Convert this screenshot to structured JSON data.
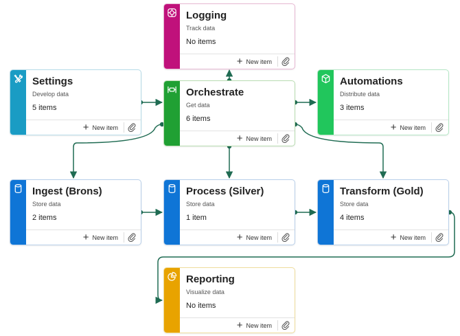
{
  "nodes": {
    "logging": {
      "title": "Logging",
      "subtitle": "Track data",
      "count": "No items",
      "new_label": "New item"
    },
    "settings": {
      "title": "Settings",
      "subtitle": "Develop data",
      "count": "5 items",
      "new_label": "New item"
    },
    "orchestrate": {
      "title": "Orchestrate",
      "subtitle": "Get data",
      "count": "6 items",
      "new_label": "New item"
    },
    "automations": {
      "title": "Automations",
      "subtitle": "Distribute data",
      "count": "3 items",
      "new_label": "New item"
    },
    "ingest": {
      "title": "Ingest (Brons)",
      "subtitle": "Store data",
      "count": "2 items",
      "new_label": "New item"
    },
    "process": {
      "title": "Process (Silver)",
      "subtitle": "Store data",
      "count": "1 item",
      "new_label": "New item"
    },
    "transform": {
      "title": "Transform (Gold)",
      "subtitle": "Store data",
      "count": "4 items",
      "new_label": "New item"
    },
    "reporting": {
      "title": "Reporting",
      "subtitle": "Visualize data",
      "count": "No items",
      "new_label": "New item"
    }
  },
  "colors": {
    "logging": "#c0117b",
    "settings": "#1a9cc4",
    "orchestrate": "#20a033",
    "automations": "#21c65c",
    "store": "#0f75d6",
    "reporting": "#e8a300",
    "connector": "#1f6b52"
  },
  "icons": {
    "logging": "target-icon",
    "settings": "wrench-screwdriver-icon",
    "orchestrate": "pipeline-icon",
    "automations": "cube-icon",
    "ingest": "database-icon",
    "process": "database-icon",
    "transform": "database-icon",
    "reporting": "pie-chart-icon"
  }
}
